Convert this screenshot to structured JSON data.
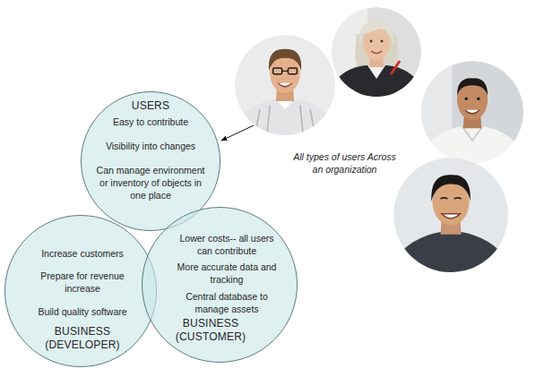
{
  "diagram": {
    "nodes": [
      {
        "text": [
          "USERS",
          "Easy to contribute",
          "Visibility into changes",
          "Can manage environment or inventory of objects in one place"
        ]
      },
      {
        "text": [
          "Increase customers",
          "Prepare for revenue increase",
          "Build quality software",
          "BUSINESS (DEVELOPER)"
        ]
      },
      {
        "text": [
          "Lower costs-- all users can contribute",
          "More accurate data and tracking",
          "Central database to manage assets",
          "BUSINESS (CUSTOMER)"
        ]
      }
    ],
    "labels": [
      "All types of users Across an organization"
    ]
  }
}
